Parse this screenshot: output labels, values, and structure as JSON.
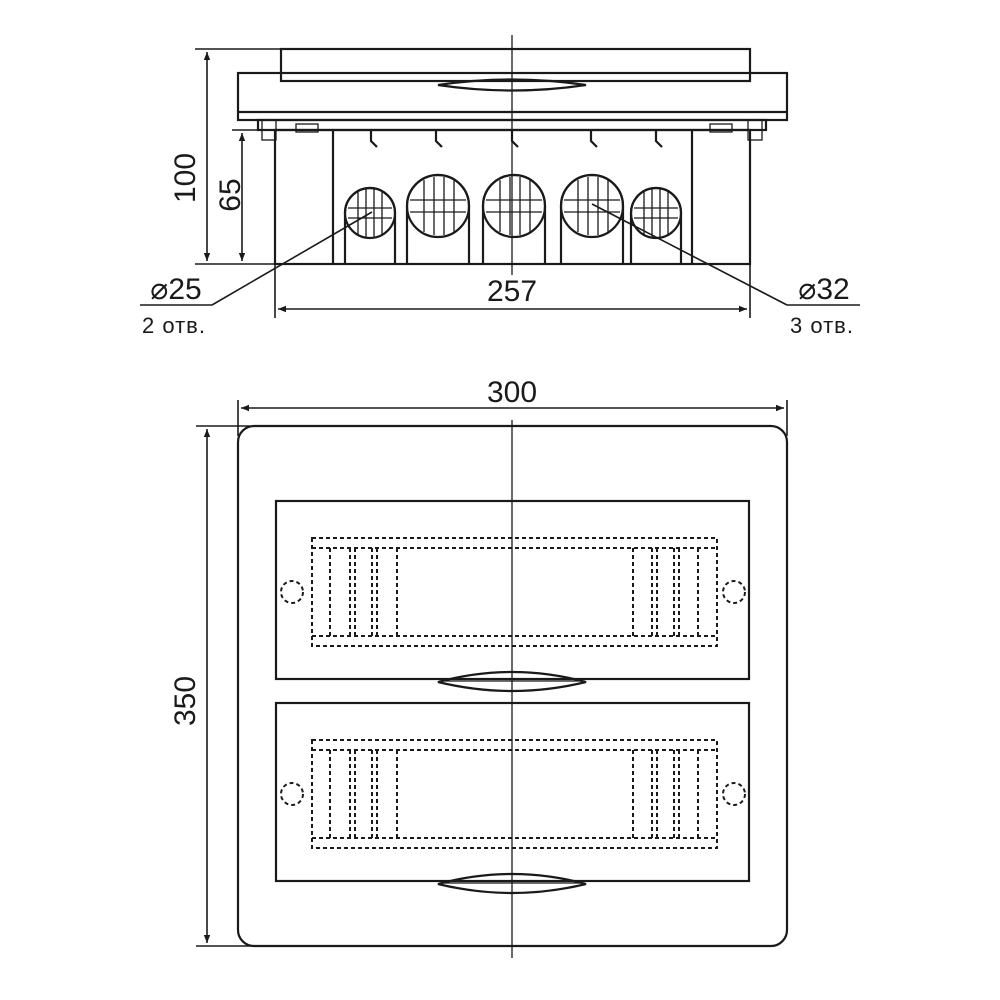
{
  "side_view": {
    "height_total": "100",
    "height_body": "65",
    "width_body": "257",
    "hole_small": {
      "diameter": "⌀25",
      "count": "2 отв."
    },
    "hole_large": {
      "diameter": "⌀32",
      "count": "3 отв."
    }
  },
  "front_view": {
    "width": "300",
    "height": "350"
  }
}
